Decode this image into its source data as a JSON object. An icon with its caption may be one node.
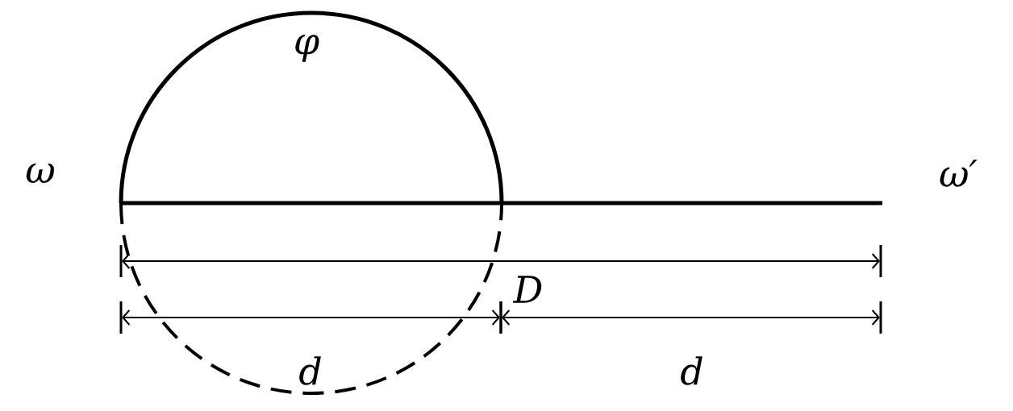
{
  "diagram": {
    "labels": [
      "φ",
      "ω",
      "ω′",
      "D",
      "d",
      "d"
    ]
  }
}
